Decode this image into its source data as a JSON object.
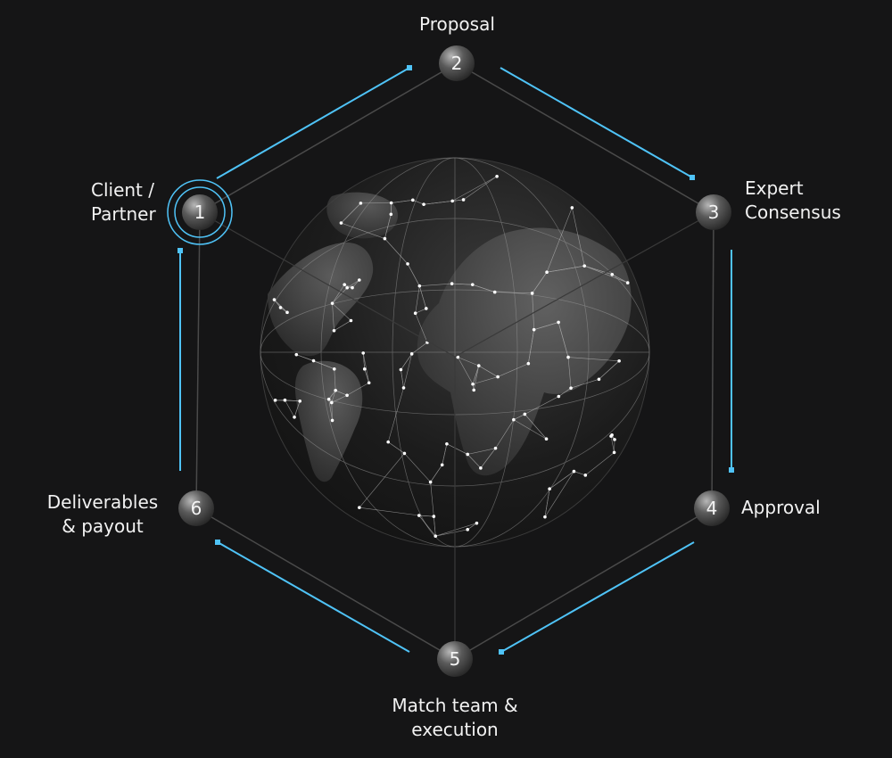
{
  "accent_color": "#4fc3f7",
  "background_color": "#151516",
  "steps": [
    {
      "number": "1",
      "label_lines": [
        "Client /",
        "Partner"
      ]
    },
    {
      "number": "2",
      "label_lines": [
        "Proposal"
      ]
    },
    {
      "number": "3",
      "label_lines": [
        "Expert",
        "Consensus"
      ]
    },
    {
      "number": "4",
      "label_lines": [
        "Approval"
      ]
    },
    {
      "number": "5",
      "label_lines": [
        "Match team &",
        "execution"
      ]
    },
    {
      "number": "6",
      "label_lines": [
        "Deliverables",
        "& payout"
      ]
    }
  ],
  "center_graphic": "globe-icon",
  "active_step": "1"
}
